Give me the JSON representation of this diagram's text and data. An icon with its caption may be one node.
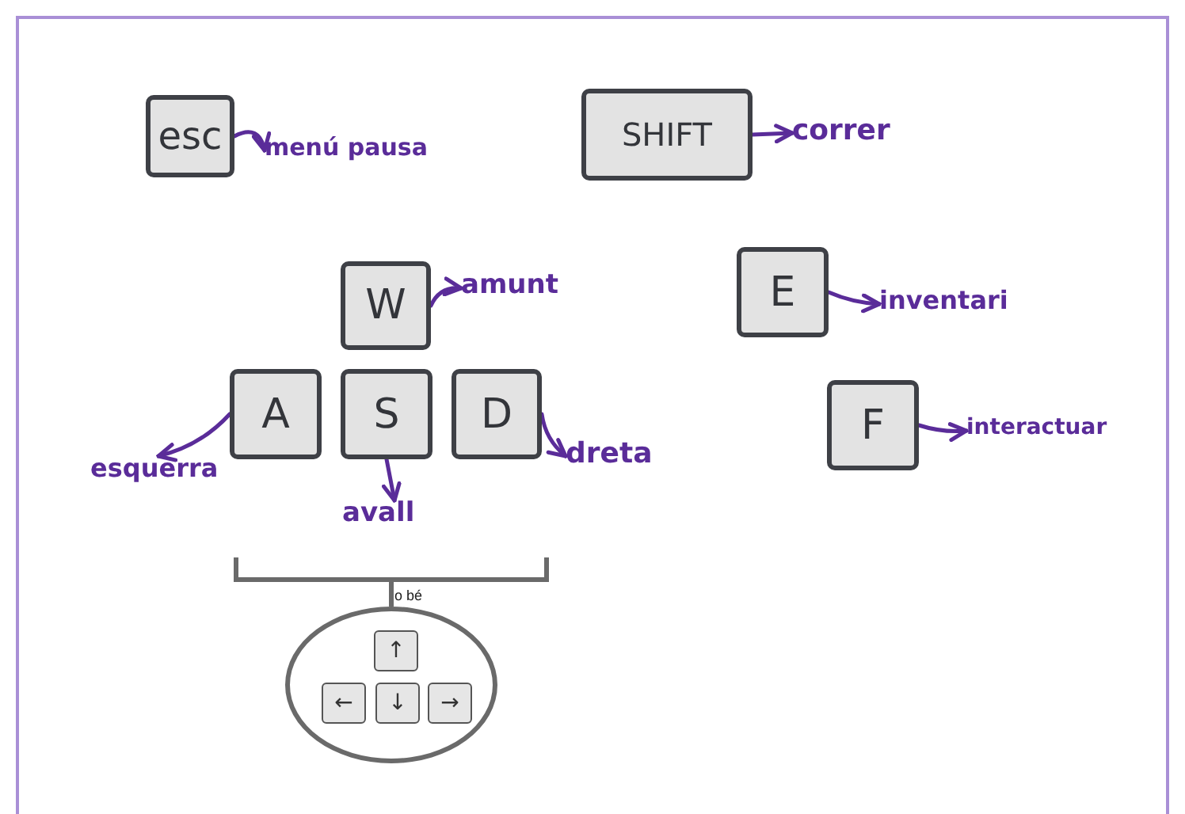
{
  "diagram": {
    "nodes": [
      {
        "text": [
          "esc"
        ]
      },
      {
        "text": [
          "menú pausa"
        ]
      },
      {
        "text": [
          "SHIFT"
        ]
      },
      {
        "text": [
          "correr"
        ]
      },
      {
        "text": [
          "W"
        ]
      },
      {
        "text": [
          "amunt"
        ]
      },
      {
        "text": [
          "A"
        ]
      },
      {
        "text": [
          "S"
        ]
      },
      {
        "text": [
          "D"
        ]
      },
      {
        "text": [
          "esquerra"
        ]
      },
      {
        "text": [
          "avall"
        ]
      },
      {
        "text": [
          "dreta"
        ]
      },
      {
        "text": [
          "E"
        ]
      },
      {
        "text": [
          "inventari"
        ]
      },
      {
        "text": [
          "F"
        ]
      },
      {
        "text": [
          "interactuar"
        ]
      },
      {
        "text": [],
        "shape": "ellipse"
      },
      {
        "text": [
          "↑"
        ],
        "in": 16
      },
      {
        "text": [
          "←"
        ],
        "in": 16
      },
      {
        "text": [
          "↓"
        ],
        "in": 16
      },
      {
        "text": [
          "→"
        ],
        "in": 16
      }
    ],
    "edges": [
      {
        "from": 0,
        "to": 1,
        "arrow": "to"
      },
      {
        "from": 2,
        "to": 3,
        "arrow": "to"
      },
      {
        "from": 4,
        "to": 5,
        "arrow": "to"
      },
      {
        "from": 6,
        "to": 9,
        "arrow": "to"
      },
      {
        "from": 7,
        "to": 10,
        "arrow": "to"
      },
      {
        "from": 8,
        "to": 11,
        "arrow": "to"
      },
      {
        "from": 12,
        "to": 13,
        "arrow": "to"
      },
      {
        "from": 14,
        "to": 15,
        "arrow": "to"
      }
    ],
    "labels": [
      "o bé"
    ]
  }
}
